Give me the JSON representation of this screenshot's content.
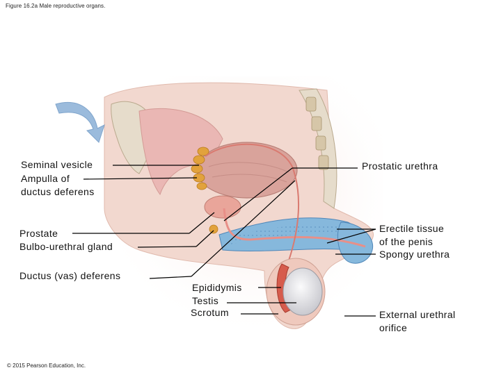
{
  "figure_title": "Figure 16.2a Male reproductive organs.",
  "credit": "© 2015 Pearson Education, Inc.",
  "labels": {
    "seminal_vesicle": "Seminal vesicle",
    "ampulla": "Ampulla of\nductus deferens",
    "prostate": "Prostate",
    "bulbourethral": "Bulbo-urethral gland",
    "ductus_deferens": "Ductus (vas) deferens",
    "epididymis": "Epididymis",
    "testis": "Testis",
    "scrotum": "Scrotum",
    "prostatic_urethra": "Prostatic urethra",
    "erectile_tissue": "Erectile tissue\nof the penis",
    "spongy_urethra": "Spongy urethra",
    "external_orifice": "External urethral\norifice"
  },
  "colors": {
    "tissue_pink": "#eab7b4",
    "skin": "#f2d8cf",
    "bladder": "#d9a39b",
    "erectile_blue": "#86b8dc",
    "urethra": "#e88f88",
    "seminal_orange": "#e2a23c",
    "testis_white": "#e9e9ec",
    "bone": "#e6dccb",
    "arrow_blue": "#8ab0d6",
    "leader": "#000000"
  }
}
